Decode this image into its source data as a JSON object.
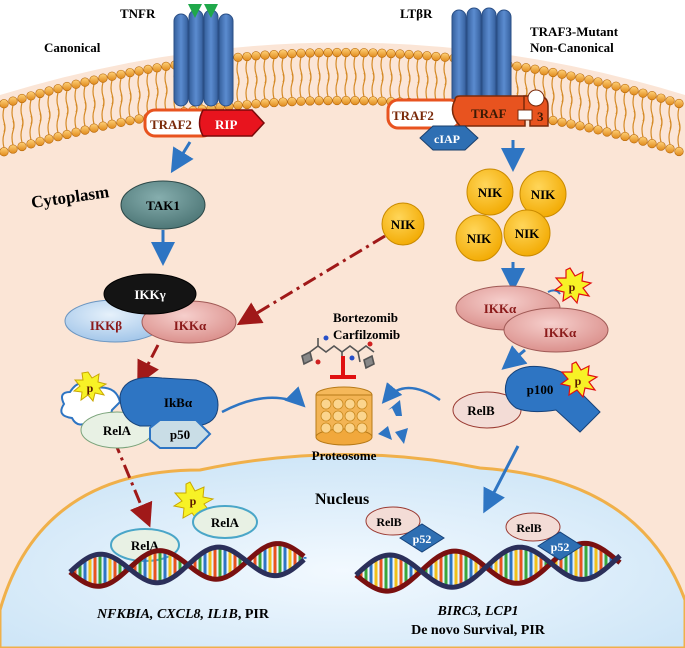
{
  "labels": {
    "canonical": "Canonical",
    "tnfr": "TNFR",
    "ltbr": "LTβR",
    "traf3_mutant_line1": "TRAF3-Mutant",
    "traf3_mutant_line2": "Non-Canonical",
    "cytoplasm": "Cytoplasm",
    "nucleus": "Nucleus",
    "proteosome": "Proteosome",
    "bortezomib": "Bortezomib",
    "carfilzomib": "Carfilzomib"
  },
  "proteins": {
    "traf2_left": "TRAF2",
    "rip": "RIP",
    "traf2_right": "TRAF2",
    "traf": "TRAF",
    "traf_3": "3",
    "ciap": "cIAP",
    "tak1": "TAK1",
    "ikk_gamma": "IKKγ",
    "ikk_beta": "IKKβ",
    "ikk_alpha_left": "IKKα",
    "nik_single": "NIK",
    "nik_cluster": [
      "NIK",
      "NIK",
      "NIK",
      "NIK"
    ],
    "ikk_alpha_right_top": "IKKα",
    "ikk_alpha_right_bottom": "IKKα",
    "ikba": "IkBα",
    "rela_cyto": "RelA",
    "p50": "p50",
    "relb_cyto": "RelB",
    "p100": "p100",
    "phospho": "p",
    "rela_nuc_1": "RelA",
    "rela_nuc_2": "RelA",
    "relb_nuc_1": "RelB",
    "p52_nuc_1": "p52",
    "relb_nuc_2": "RelB",
    "p52_nuc_2": "p52"
  },
  "genes_left": {
    "g1": "NFKBIA, ",
    "g2": "CXCL8, ",
    "g3": "IL1B",
    "suffix": ", PIR"
  },
  "genes_right": {
    "line1": "BIRC3, LCP1",
    "line2": "De novo Survival, PIR"
  },
  "colors": {
    "cytoplasm": "#fbe5d6",
    "nucleus": "#dceefa",
    "membrane_head": "#f5a623",
    "receptor": "#4a76b8",
    "traf2": "#e8531f",
    "rip": "#e8141e",
    "ciap": "#2e6fb3",
    "tak1": "#5e8d8c",
    "ikkg": "#111111",
    "ikkb": "#bcd6f0",
    "ikka": "#e8aaa6",
    "nik": "#f9b912",
    "ikba": "#2e75c3",
    "rela": "#e7f0e3",
    "p50": "#c9dde6",
    "p52": "#2e6fb3",
    "phospho": "#f7f226",
    "arrow_blue": "#2e75c3",
    "arrow_red": "#a01919",
    "inhibit": "#e01010"
  }
}
